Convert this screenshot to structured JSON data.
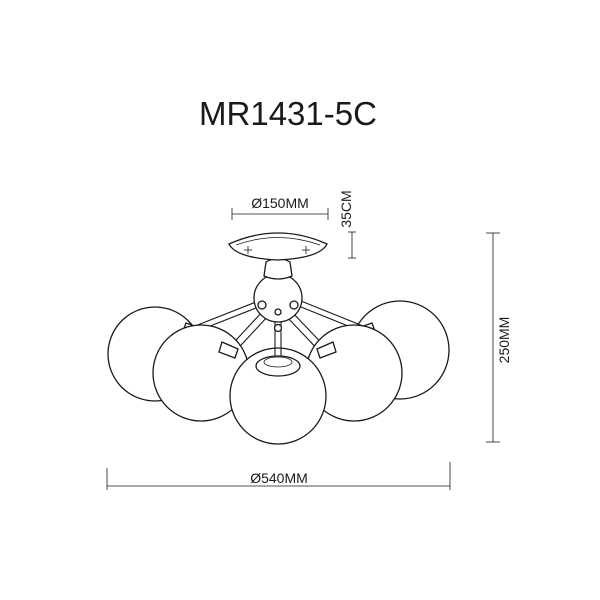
{
  "model": "MR1431-5C",
  "dimensions": {
    "canopy_diameter": "Ø150MM",
    "canopy_height": "35CM",
    "overall_height": "250MM",
    "overall_diameter": "Ø540MM"
  },
  "colors": {
    "ink": "#1a1a1a",
    "background": "#ffffff"
  }
}
